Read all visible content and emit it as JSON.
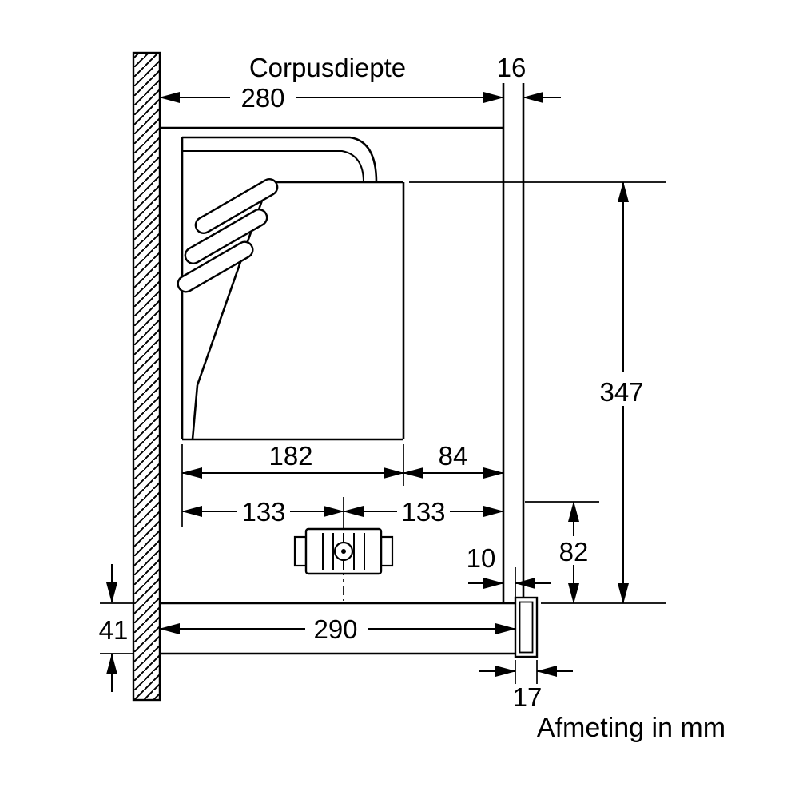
{
  "labels": {
    "corpusdiepte": "Corpusdiepte",
    "units_note": "Afmeting in mm"
  },
  "dims": {
    "d280": "280",
    "d16": "16",
    "d347": "347",
    "d182": "182",
    "d84": "84",
    "d133_left": "133",
    "d133_right": "133",
    "d82": "82",
    "d10": "10",
    "d41": "41",
    "d290": "290",
    "d17": "17"
  },
  "colors": {
    "line": "#000000",
    "background": "#ffffff"
  }
}
